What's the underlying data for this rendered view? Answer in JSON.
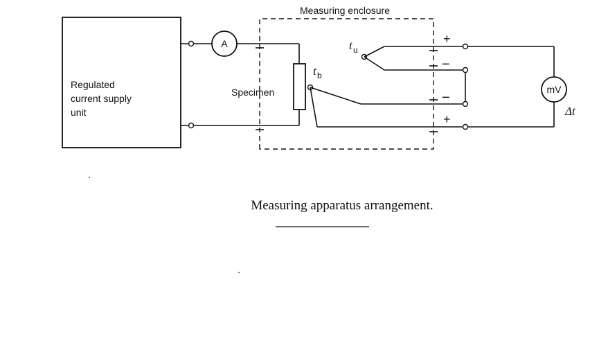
{
  "diagram": {
    "enclosure_label": "Measuring enclosure",
    "supply_label_lines": [
      "Regulated",
      "current supply",
      "unit"
    ],
    "specimen_label": "Specimen",
    "ammeter_label": "A",
    "millivoltmeter_label": "mV",
    "delta_t_label": "Δt",
    "tu_main": "t",
    "tu_sub": "u",
    "tb_main": "t",
    "tb_sub": "b",
    "plus_sign": "+",
    "minus_sign": "−"
  },
  "caption": "Measuring apparatus arrangement."
}
